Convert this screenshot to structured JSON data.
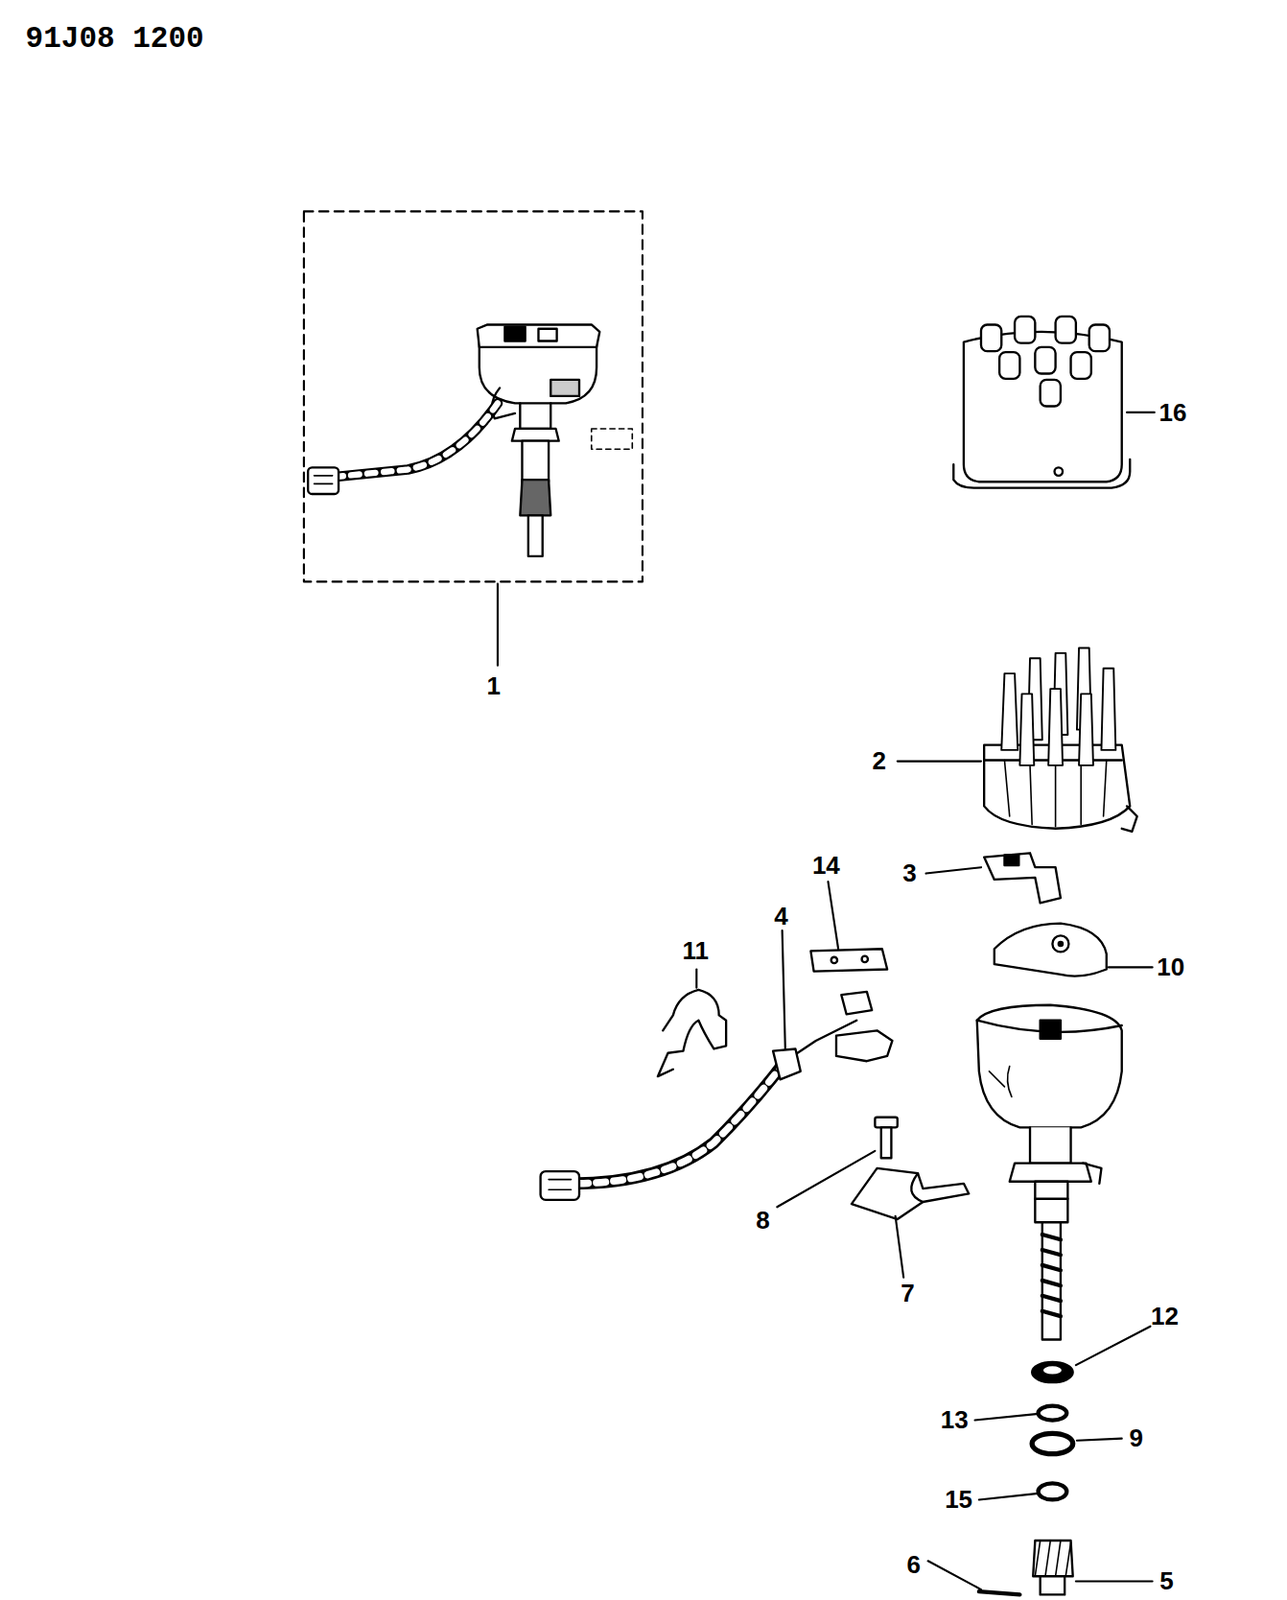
{
  "diagram": {
    "labels": [
      "91J08 1200",
      "1",
      "16",
      "2",
      "3",
      "14",
      "11",
      "4",
      "10",
      "8",
      "7",
      "12",
      "13",
      "9",
      "15",
      "6",
      "5"
    ]
  }
}
